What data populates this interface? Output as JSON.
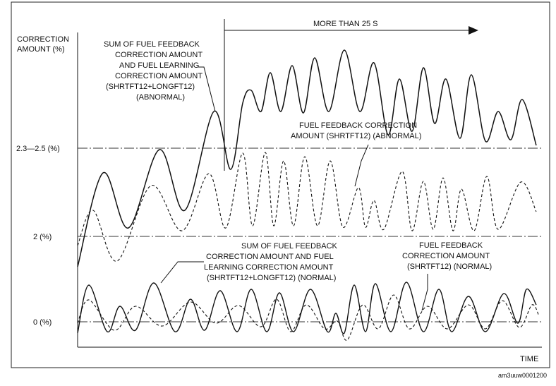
{
  "diagram": {
    "y_axis_label_lines": [
      "CORRECTION",
      "AMOUNT (%)"
    ],
    "x_axis_label": "TIME",
    "reference_lines": [
      {
        "label": "2.3—2.5 (%)"
      },
      {
        "label": "2 (%)"
      },
      {
        "label": "0 (%)"
      }
    ],
    "duration_label": "MORE THAN 25 S",
    "annotations": {
      "sum_abnormal": [
        "SUM OF FUEL FEEDBACK",
        "CORRECTION AMOUNT",
        "AND FUEL LEARNING",
        "CORRECTION AMOUNT",
        "(SHRTFT12+LONGFT12)",
        "(ABNORMAL)"
      ],
      "feedback_abnormal": [
        "FUEL FEEDBACK CORRECTION",
        "AMOUNT (SHRTFT12) (ABNORMAL)"
      ],
      "sum_normal": [
        "SUM OF FUEL FEEDBACK",
        "CORRECTION AMOUNT AND FUEL",
        "LEARNING CORRECTION AMOUNT",
        "(SHRTFT12+LONGFT12) (NORMAL)"
      ],
      "feedback_normal": [
        "FUEL FEEDBACK",
        "CORRECTION AMOUNT",
        "(SHRTFT12) (NORMAL)"
      ]
    },
    "figure_code": "am3uuw0001200",
    "colors": {
      "line": "#111111",
      "background": "#ffffff"
    }
  }
}
